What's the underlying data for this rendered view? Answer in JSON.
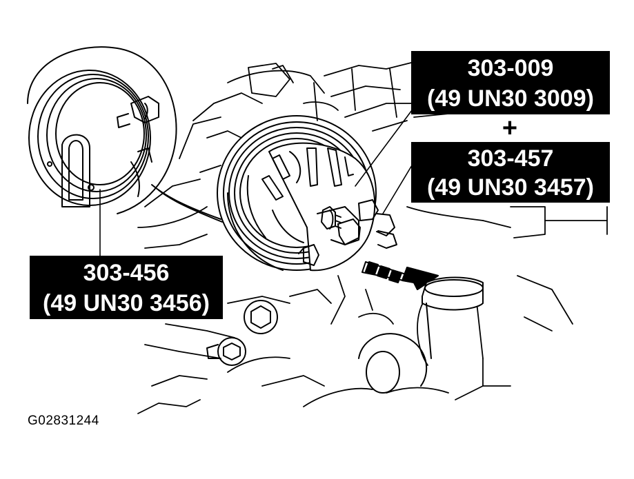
{
  "callouts": {
    "top": {
      "line1": "303-009",
      "line2": "(49 UN30 3009)"
    },
    "plus": "+",
    "right": {
      "line1": "303-457",
      "line2": "(49 UN30 3457)"
    },
    "left": {
      "line1": "303-456",
      "line2": "(49 UN30 3456)"
    }
  },
  "figure_code": "G02831244",
  "colors": {
    "ink": "#000000",
    "paper": "#ffffff"
  },
  "icons": {
    "arrow": "pull-direction-arrow"
  }
}
